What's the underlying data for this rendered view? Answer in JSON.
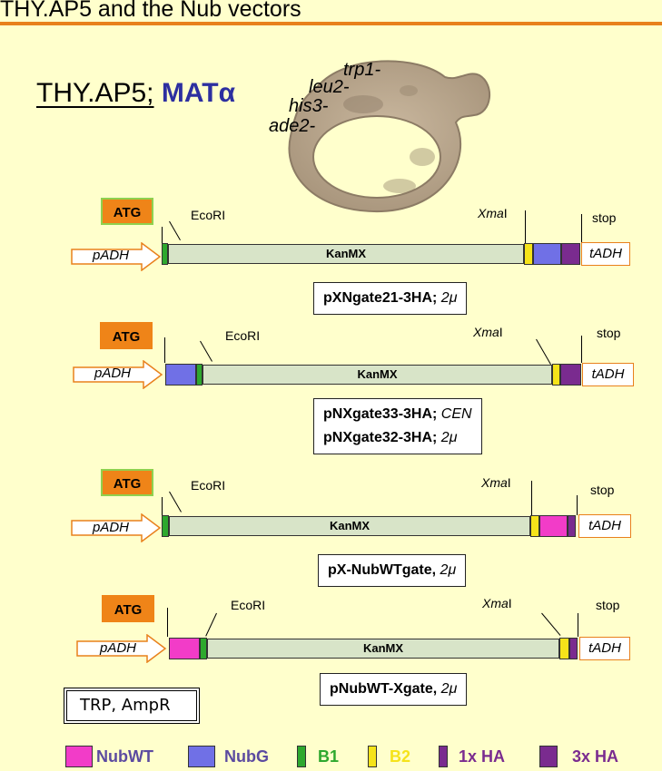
{
  "header": {
    "title": "THY.AP5 and the Nub vectors"
  },
  "strain": {
    "name": "THY.AP5;",
    "mat": "MATα"
  },
  "genotype": [
    "trp1-",
    "leu2-",
    "his3-",
    "ade2-"
  ],
  "common": {
    "atg": "ATG",
    "promoter": "pADH",
    "terminator": "tADH",
    "marker": "KanMX",
    "ecori": "EcoRI",
    "xmai_italic": "Xma",
    "xmai_roman": "I",
    "stop": "stop"
  },
  "constructs": [
    {
      "name_bold": "pXNgate21-3HA;",
      "name_it": " 2μ"
    },
    {
      "name_bold": "pNXgate33-3HA;",
      "name_it": " CEN",
      "name2_bold": "pNXgate32-3HA;",
      "name2_it": " 2μ"
    },
    {
      "name_bold": "pX-NubWTgate,",
      "name_it": " 2μ"
    },
    {
      "name_bold": "pNubWT-Xgate,",
      "name_it": " 2μ"
    }
  ],
  "selection": {
    "label": "TRP, AmpR"
  },
  "legend": [
    {
      "label": "NubWT",
      "color": "#f23cc8",
      "text_color": "#5b4aa0"
    },
    {
      "label": "NubG",
      "color": "#7070e6",
      "text_color": "#5b4aa0"
    },
    {
      "label": "B1",
      "color": "#2ea82e",
      "text_color": "#2ea82e"
    },
    {
      "label": "B2",
      "color": "#f5e31a",
      "text_color": "#f5e31a"
    },
    {
      "label": "1x HA",
      "color": "#7a2b8f",
      "text_color": "#7a2b8f"
    },
    {
      "label": "3x HA",
      "color": "#7a2b8f",
      "text_color": "#7a2b8f"
    }
  ]
}
